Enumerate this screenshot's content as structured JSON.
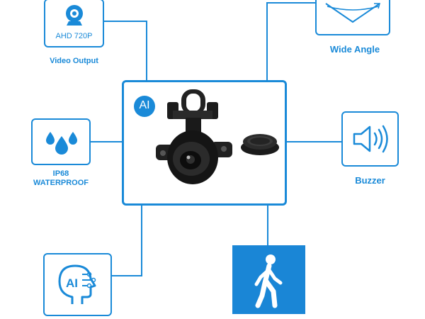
{
  "features": {
    "video_output": {
      "badge": "AHD 720P",
      "caption": "Video Output",
      "icon": "webcam-icon"
    },
    "wide_angle": {
      "caption": "Wide Angle",
      "icon": "wide-angle-icon"
    },
    "waterproof": {
      "caption_line1": "IP68",
      "caption_line2": "WATERPROOF",
      "icon": "water-drops-icon"
    },
    "buzzer": {
      "caption": "Buzzer",
      "icon": "speaker-icon"
    },
    "ai": {
      "icon": "ai-head-icon"
    },
    "motion": {
      "icon": "walking-person-icon"
    }
  },
  "center": {
    "ai_badge": "AI"
  },
  "colors": {
    "accent": "#1a8ad8",
    "tile_fill": "#1a86d6"
  }
}
